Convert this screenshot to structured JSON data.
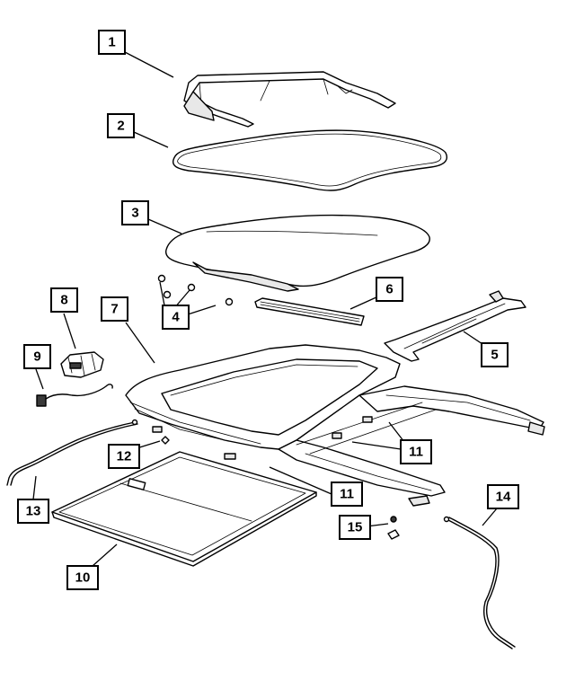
{
  "callouts": [
    {
      "id": "c1",
      "label": "1"
    },
    {
      "id": "c2",
      "label": "2"
    },
    {
      "id": "c3",
      "label": "3"
    },
    {
      "id": "c4",
      "label": "4"
    },
    {
      "id": "c5",
      "label": "5"
    },
    {
      "id": "c6",
      "label": "6"
    },
    {
      "id": "c7",
      "label": "7"
    },
    {
      "id": "c8",
      "label": "8"
    },
    {
      "id": "c9",
      "label": "9"
    },
    {
      "id": "c10",
      "label": "10"
    },
    {
      "id": "c11a",
      "label": "11"
    },
    {
      "id": "c11b",
      "label": "11"
    },
    {
      "id": "c12",
      "label": "12"
    },
    {
      "id": "c13",
      "label": "13"
    },
    {
      "id": "c14",
      "label": "14"
    },
    {
      "id": "c15",
      "label": "15"
    }
  ]
}
